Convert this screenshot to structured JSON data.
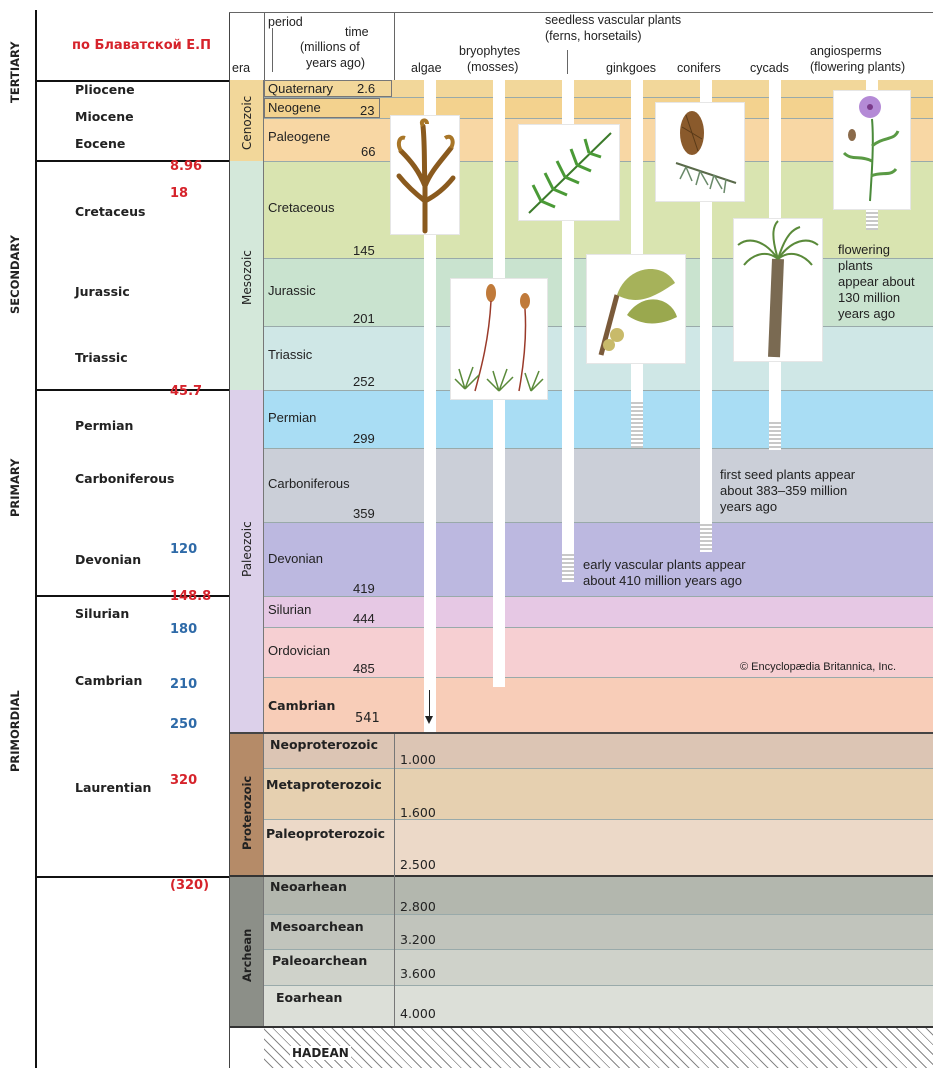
{
  "russian_title": "по Блаватской Е.П",
  "blavatsky_ages": [
    "TERTIARY",
    "SECONDARY",
    "PRIMARY",
    "PRIMORDIAL"
  ],
  "blavatsky_periods": [
    "Pliocene",
    "Miocene",
    "Eocene",
    "Cretaceus",
    "Jurassic",
    "Triassic",
    "Permian",
    "Carboniferous",
    "Devonian",
    "Silurian",
    "Cambrian",
    "Laurentian"
  ],
  "red_values": [
    "8.96",
    "18",
    "45.7",
    "148.8",
    "320",
    "(320)"
  ],
  "blue_values": [
    "120",
    "180",
    "210",
    "250"
  ],
  "header": {
    "era": "era",
    "period": "period",
    "time": "time",
    "time_sub1": "(millions of",
    "time_sub2": "years ago)",
    "algae": "algae",
    "bryophytes": "bryophytes",
    "mosses": "(mosses)",
    "seedless": "seedless vascular plants",
    "ferns": "(ferns, horsetails)",
    "ginkgoes": "ginkgoes",
    "conifers": "conifers",
    "cycads": "cycads",
    "angiosperms": "angiosperms",
    "flowering": "(flowering plants)"
  },
  "eras": [
    "Cenozoic",
    "Mesozoic",
    "Paleozoic",
    "Proterozoic",
    "Archean"
  ],
  "periods": [
    {
      "name": "Quaternary",
      "time": "2.6"
    },
    {
      "name": "Neogene",
      "time": "23"
    },
    {
      "name": "Paleogene",
      "time": "66"
    },
    {
      "name": "Cretaceous",
      "time": "145"
    },
    {
      "name": "Jurassic",
      "time": "201"
    },
    {
      "name": "Triassic",
      "time": "252"
    },
    {
      "name": "Permian",
      "time": "299"
    },
    {
      "name": "Carboniferous",
      "time": "359"
    },
    {
      "name": "Devonian",
      "time": "419"
    },
    {
      "name": "Silurian",
      "time": "444"
    },
    {
      "name": "Ordovician",
      "time": "485"
    },
    {
      "name": "Cambrian",
      "time": "541"
    }
  ],
  "precambrian": [
    {
      "name": "Neoproterozoic",
      "time": "1.000"
    },
    {
      "name": "Metaproterozoic",
      "time": "1.600"
    },
    {
      "name": "Paleoproterozoic",
      "time": "2.500"
    },
    {
      "name": "Neoarhean",
      "time": "2.800"
    },
    {
      "name": "Mesoarchean",
      "time": "3.200"
    },
    {
      "name": "Paleoarchean",
      "time": "3.600"
    },
    {
      "name": "Eoarhean",
      "time": "4.000"
    }
  ],
  "hadean": "HADEAN",
  "notes": {
    "flowering": [
      "flowering",
      "plants",
      "appear about",
      "130 million",
      "years ago"
    ],
    "seed": [
      "first seed plants appear",
      "about 383–359 million",
      "years ago"
    ],
    "vascular": [
      "early vascular plants appear",
      "about 410 million years ago"
    ],
    "copyright": "© Encyclopædia Britannica, Inc."
  },
  "colors": {
    "quaternary": "#f2d79a",
    "paleogene": "#f8d7a4",
    "cretaceous": "#d9e4b0",
    "jurassic": "#c9e3cf",
    "triassic": "#cfe7e6",
    "permian": "#a9ddf4",
    "carboniferous": "#cbcfd8",
    "devonian": "#bcb8e0",
    "silurian": "#e6c8e4",
    "ordovician": "#f6cfd2",
    "cambrian": "#f8cdb8",
    "proterozoic": "#e6cfc0",
    "archean": "#b9bdb5"
  }
}
